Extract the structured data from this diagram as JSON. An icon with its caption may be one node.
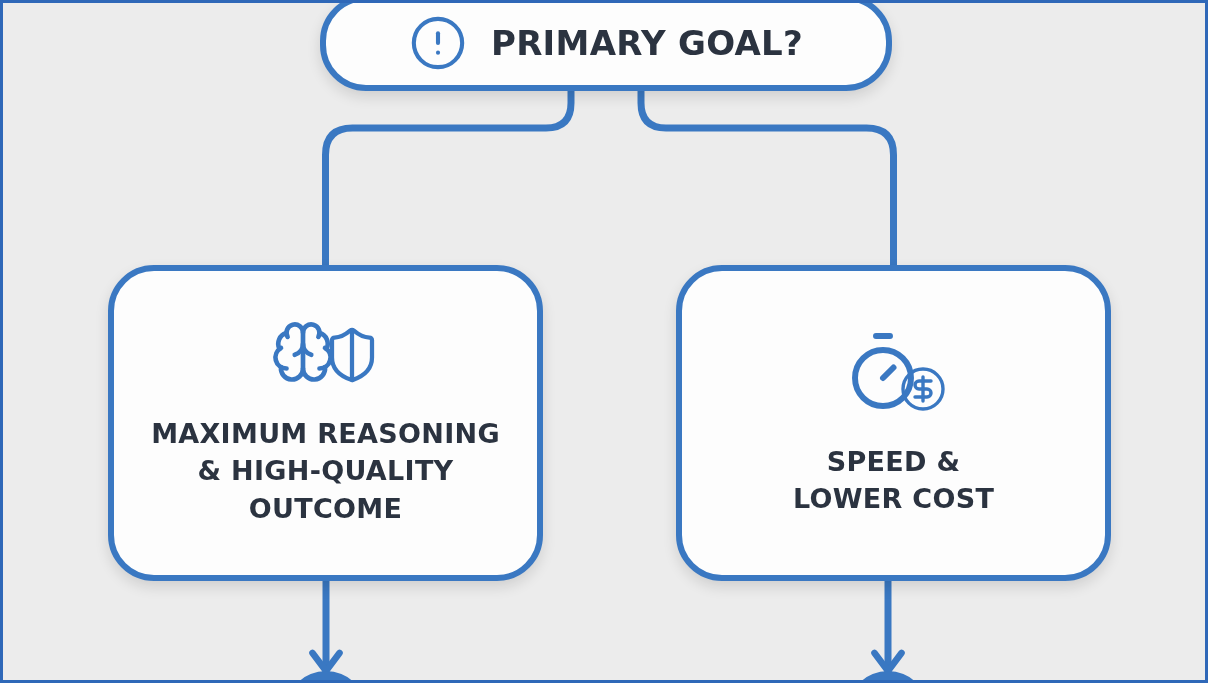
{
  "diagram": {
    "nodes": [
      {
        "text": [
          "PRIMARY GOAL?"
        ]
      },
      {
        "text": [
          "MAXIMUM REASONING & HIGH-QUALITY OUTCOME"
        ]
      },
      {
        "text": [
          "SPEED & LOWER COST"
        ]
      },
      {
        "text": [],
        "shape": "circle"
      },
      {
        "text": [],
        "shape": "circle"
      }
    ],
    "edges": [
      {
        "from": 0,
        "to": 1,
        "arrow": "none"
      },
      {
        "from": 0,
        "to": 2,
        "arrow": "none"
      },
      {
        "from": 1,
        "to": 3,
        "arrow": "to"
      },
      {
        "from": 2,
        "to": 4,
        "arrow": "to"
      }
    ]
  }
}
